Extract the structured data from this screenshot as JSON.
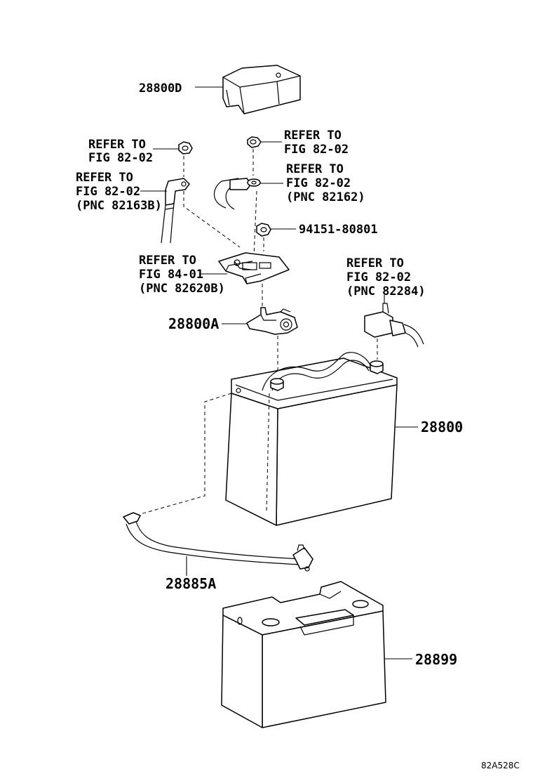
{
  "labels": {
    "cover": "28800D",
    "refer_nut_left": [
      "REFER TO",
      "FIG 82-02"
    ],
    "refer_nut_right": [
      "REFER TO",
      "FIG 82-02"
    ],
    "refer_terminal_left": [
      "REFER TO",
      "FIG 82-02",
      "(PNC 82163B)"
    ],
    "refer_cable_right": [
      "REFER TO",
      "FIG 82-02",
      "(PNC 82162)"
    ],
    "nut_part": "94151-80801",
    "refer_fuse": [
      "REFER TO",
      "FIG 84-01",
      "(PNC 82620B)"
    ],
    "clamp": "28800A",
    "refer_connector": [
      "REFER TO",
      "FIG 82-02",
      "(PNC 82284)"
    ],
    "battery": "28800",
    "hose": "28885A",
    "tray": "28899"
  },
  "figure_ref": "82A528C"
}
